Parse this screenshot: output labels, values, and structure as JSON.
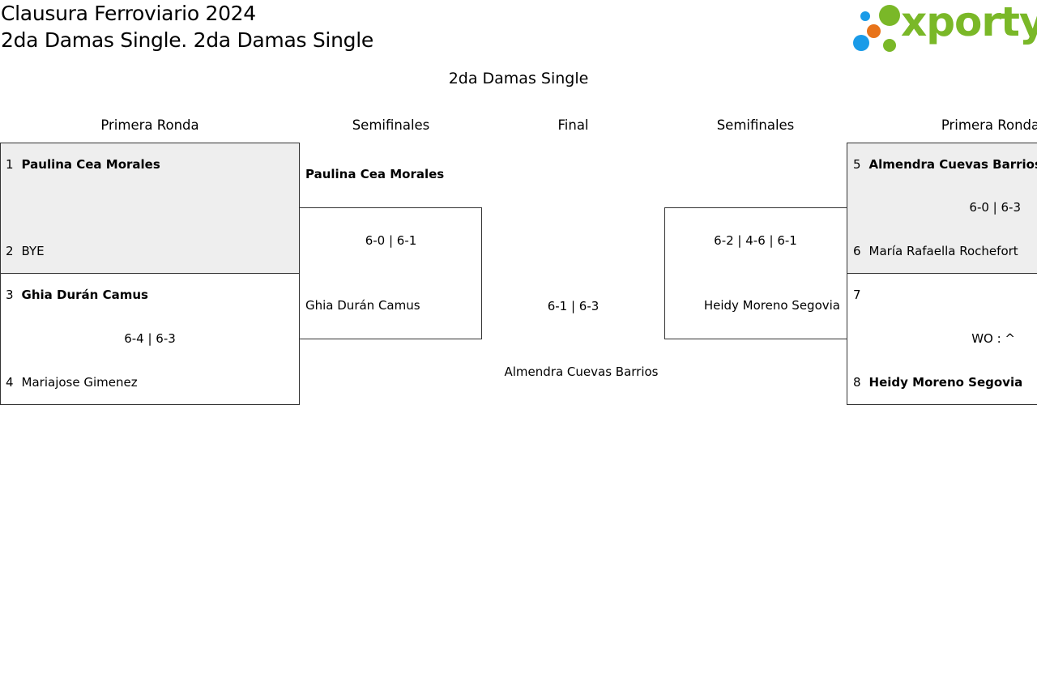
{
  "header": {
    "title1": "Clausura Ferroviario 2024",
    "title2": "2da Damas Single. 2da Damas Single"
  },
  "logo": {
    "text": "xporty",
    "colors": {
      "green": "#7ab828",
      "orange": "#e8731a",
      "blue": "#1a9be8"
    }
  },
  "bracket_title": "2da Damas Single",
  "rounds": {
    "left_r1": "Primera Ronda",
    "left_sf": "Semifinales",
    "final": "Final",
    "right_sf": "Semifinales",
    "right_r1": "Primera Ronda"
  },
  "left_r1": {
    "match1": {
      "p1_seed": "1",
      "p1_name": "Paulina Cea Morales",
      "p2_seed": "2",
      "p2_name": "BYE",
      "score": ""
    },
    "match2": {
      "p1_seed": "3",
      "p1_name": "Ghia Durán Camus",
      "score": "6-4 | 6-3",
      "p2_seed": "4",
      "p2_name": "Mariajose Gimenez"
    }
  },
  "left_sf": {
    "p1_name": "Paulina Cea Morales",
    "score": "6-0 | 6-1",
    "p2_name": "Ghia Durán Camus"
  },
  "final": {
    "score": "6-1 | 6-3",
    "winner": "Almendra Cuevas Barrios"
  },
  "right_sf": {
    "score": "6-2 | 4-6 | 6-1",
    "p2_name": "Heidy Moreno Segovia"
  },
  "right_r1": {
    "match1": {
      "p1_seed": "5",
      "p1_name": "Almendra Cuevas Barrios",
      "score": "6-0 | 6-3",
      "p2_seed": "6",
      "p2_name": "María Rafaella Rochefort"
    },
    "match2": {
      "p1_seed": "7",
      "p1_name": "",
      "score": "WO : ^",
      "p2_seed": "8",
      "p2_name": "Heidy Moreno Segovia"
    }
  }
}
